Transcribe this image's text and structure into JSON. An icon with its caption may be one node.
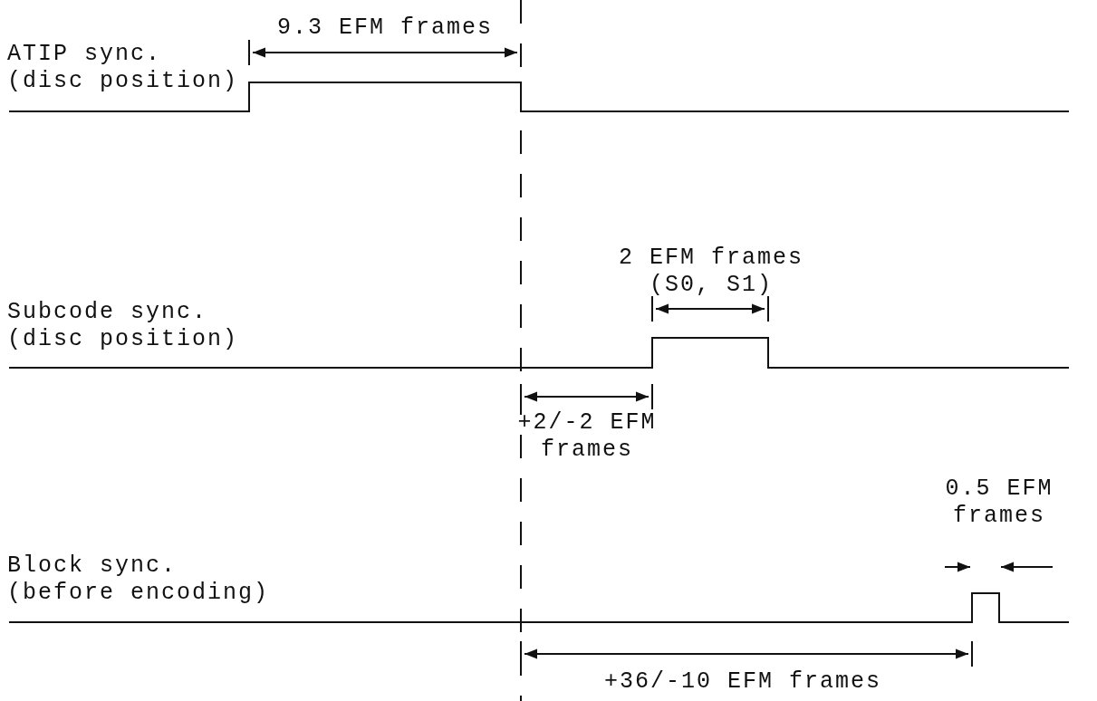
{
  "diagram": {
    "labels": [
      "9.3 EFM frames",
      "ATIP sync. (disc position)",
      "2 EFM frames (S0, S1)",
      "Subcode sync. (disc position)",
      "+2/-2 EFM frames",
      "0.5 EFM frames",
      "Block sync. (before encoding)",
      "+36/-10 EFM frames"
    ]
  }
}
